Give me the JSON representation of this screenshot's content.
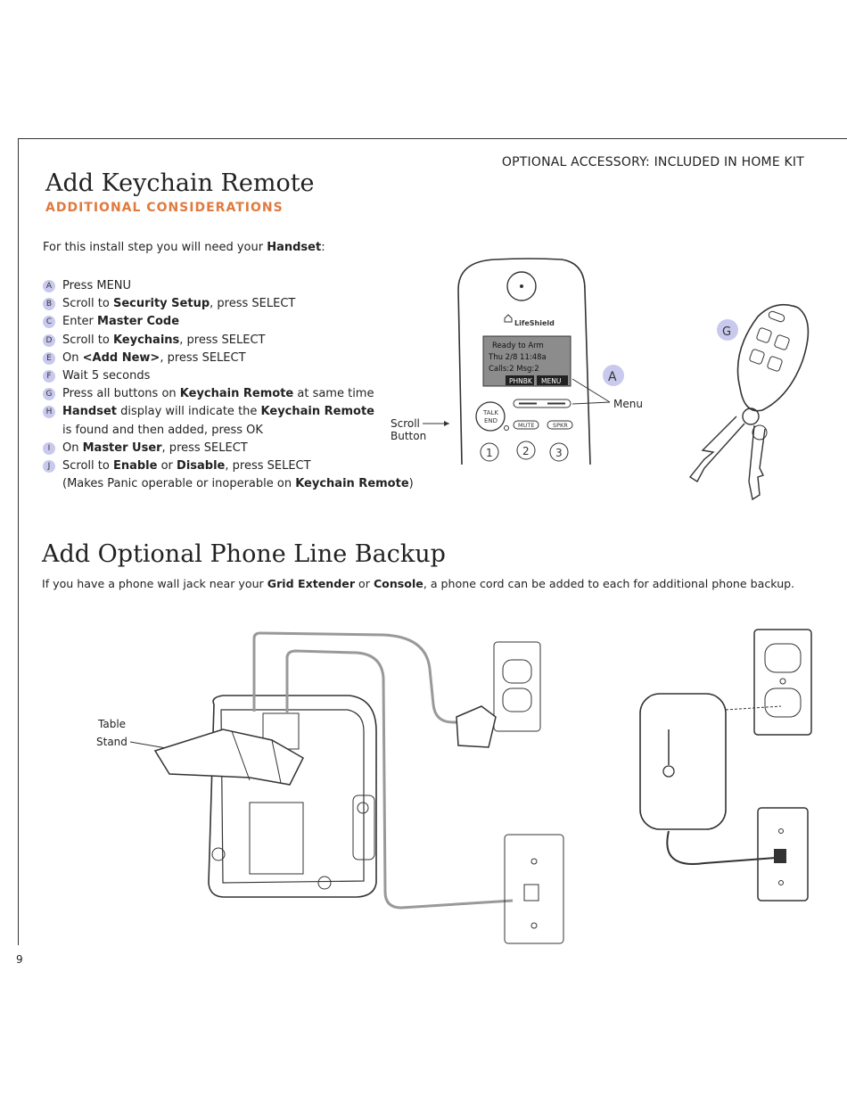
{
  "header": {
    "accessory": "OPTIONAL ACCESSORY: INCLUDED IN HOME KIT"
  },
  "keychain": {
    "title": "Add Keychain Remote",
    "subtitle": "ADDITIONAL CONSIDERATIONS",
    "intro": {
      "pre": "For this install step you will need your ",
      "bold": "Handset",
      "post": ":"
    },
    "steps": [
      {
        "badge": "A",
        "parts": [
          {
            "t": "Press MENU"
          }
        ]
      },
      {
        "badge": "B",
        "parts": [
          {
            "t": "Scroll to "
          },
          {
            "t": "Security Setup",
            "b": true
          },
          {
            "t": ", press SELECT"
          }
        ]
      },
      {
        "badge": "C",
        "parts": [
          {
            "t": "Enter "
          },
          {
            "t": "Master Code",
            "b": true
          }
        ]
      },
      {
        "badge": "D",
        "parts": [
          {
            "t": "Scroll to "
          },
          {
            "t": "Keychains",
            "b": true
          },
          {
            "t": ", press SELECT"
          }
        ]
      },
      {
        "badge": "E",
        "parts": [
          {
            "t": "On "
          },
          {
            "t": "<Add New>",
            "b": true
          },
          {
            "t": ", press SELECT"
          }
        ]
      },
      {
        "badge": "F",
        "parts": [
          {
            "t": "Wait 5 seconds"
          }
        ]
      },
      {
        "badge": "G",
        "parts": [
          {
            "t": "Press all buttons on "
          },
          {
            "t": "Keychain Remote",
            "b": true
          },
          {
            "t": " at same time"
          }
        ]
      },
      {
        "badge": "H",
        "parts": [
          {
            "t": "Handset",
            "b": true
          },
          {
            "t": " display will indicate the "
          },
          {
            "t": "Keychain Remote",
            "b": true
          }
        ]
      },
      {
        "badge": "",
        "parts": [
          {
            "t": "is found and then added, press OK"
          }
        ]
      },
      {
        "badge": "I",
        "parts": [
          {
            "t": "On "
          },
          {
            "t": "Master User",
            "b": true
          },
          {
            "t": ", press SELECT"
          }
        ]
      },
      {
        "badge": "J",
        "parts": [
          {
            "t": "Scroll to "
          },
          {
            "t": "Enable",
            "b": true
          },
          {
            "t": " or "
          },
          {
            "t": "Disable",
            "b": true
          },
          {
            "t": ", press SELECT"
          }
        ]
      },
      {
        "badge": "",
        "parts": [
          {
            "t": "(Makes Panic operable or inoperable on "
          },
          {
            "t": "Keychain Remote",
            "b": true
          },
          {
            "t": ")"
          }
        ]
      }
    ]
  },
  "handset": {
    "brand": "LifeShield",
    "screen_lines": [
      "Ready to Arm",
      "Thu 2/8  11:48a",
      "Calls:2  Msg:2"
    ],
    "softkeys": [
      "PHNBK",
      "MENU"
    ],
    "talk_end": [
      "TALK",
      "END"
    ],
    "buttons": [
      "MUTE",
      "SPKR"
    ],
    "keys": [
      "1",
      "2",
      "3"
    ],
    "callout_a": "A",
    "menu_label": "Menu",
    "scroll_label": [
      "Scroll",
      "Button"
    ]
  },
  "keyfob": {
    "callout_g": "G"
  },
  "phoneline": {
    "title": "Add Optional Phone Line Backup",
    "desc": {
      "parts": [
        {
          "t": "If you have a phone wall jack near your "
        },
        {
          "t": "Grid Extender",
          "b": true
        },
        {
          "t": " or "
        },
        {
          "t": "Console",
          "b": true
        },
        {
          "t": ", a phone cord can be added to each for additional phone backup."
        }
      ]
    },
    "table_stand": [
      "Table",
      "Stand"
    ]
  },
  "page_number": "9"
}
